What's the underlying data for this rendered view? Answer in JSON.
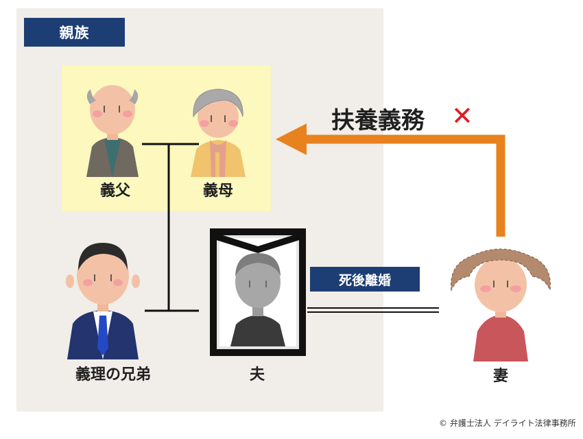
{
  "labels": {
    "relatives": "親族",
    "father_in_law": "義父",
    "mother_in_law": "義母",
    "brother_in_law": "義理の兄弟",
    "husband": "夫",
    "wife": "妻",
    "posthumous_divorce": "死後離婚",
    "support_duty": "扶養義務",
    "support_duty_mark": "✕"
  },
  "credit": "© 弁護士法人 デイライト法律事務所",
  "colors": {
    "relatives_panel": "#f1ede8",
    "label_navy": "#1d3e74",
    "in_laws_box": "#fcf8be",
    "arrow_orange": "#e8821e",
    "cross_red": "#e11b22"
  },
  "icons": {
    "father_in_law": "elderly-man-icon",
    "mother_in_law": "elderly-woman-icon",
    "brother_in_law": "man-in-suit-icon",
    "husband": "memorial-portrait-icon",
    "wife": "woman-icon"
  }
}
